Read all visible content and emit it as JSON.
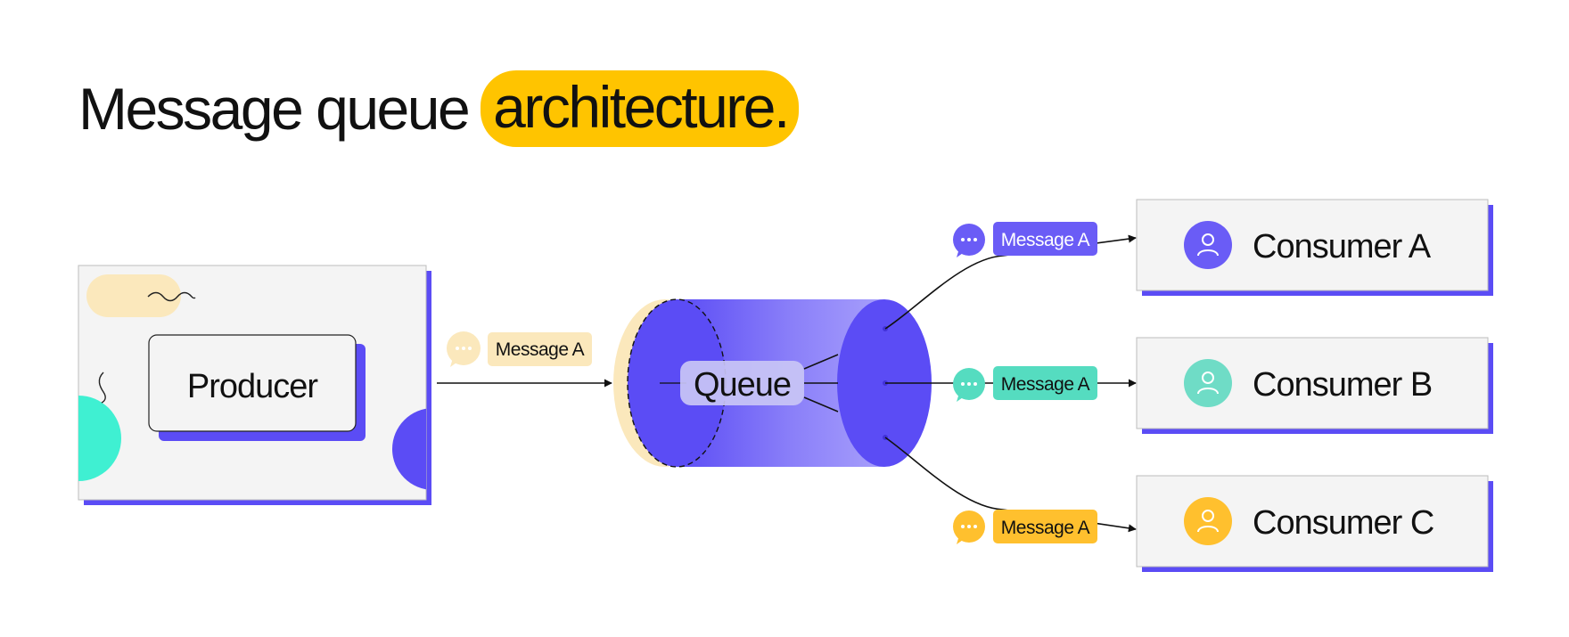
{
  "title": {
    "prefix": "Message queue",
    "highlight": "architecture."
  },
  "producer": {
    "label": "Producer"
  },
  "queue": {
    "label": "Queue"
  },
  "producer_message": {
    "label": "Message A"
  },
  "consumers": [
    {
      "label": "Consumer A",
      "message": "Message A",
      "color": "#6a5cf6"
    },
    {
      "label": "Consumer B",
      "message": "Message A",
      "color": "#55dcc0"
    },
    {
      "label": "Consumer C",
      "message": "Message A",
      "color": "#ffc02e"
    }
  ],
  "colors": {
    "accent_purple": "#5b4cf5",
    "highlight_yellow": "#ffc400",
    "teal": "#3ff0d2",
    "cream": "#fbe8bc",
    "panel_gray": "#f4f4f4"
  },
  "icons": {
    "chat_bubble": "chat-bubble-icon",
    "user": "user-icon",
    "squiggle": "squiggle-icon"
  }
}
